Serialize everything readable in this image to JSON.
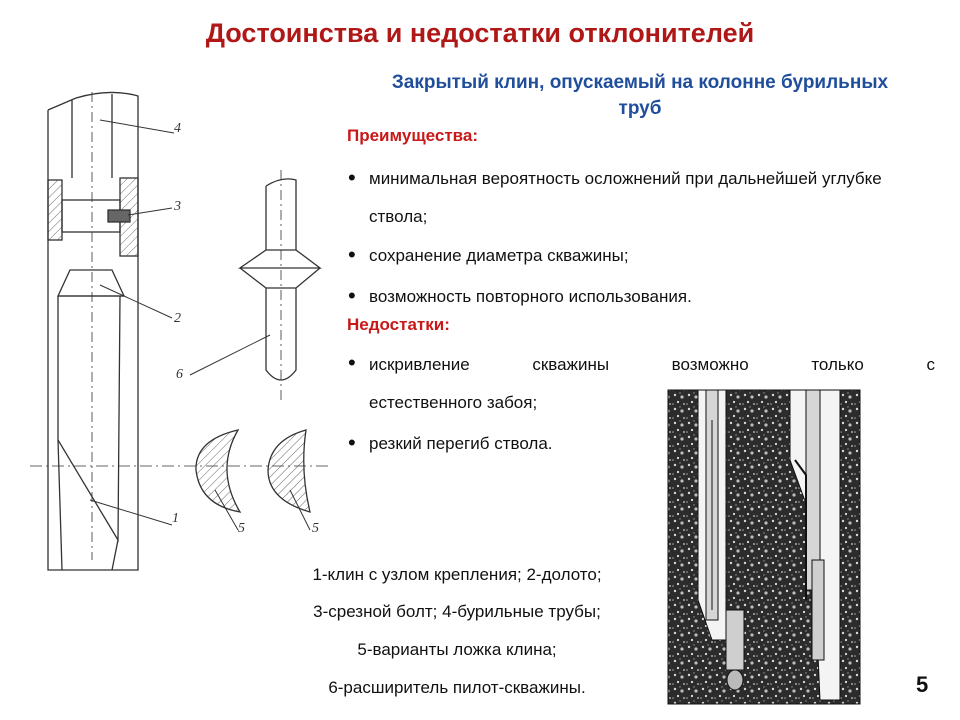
{
  "title": "Достоинства и недостатки отклонителей",
  "subtitle": "Закрытый клин, опускаемый на колонне бурильных труб",
  "advantages": {
    "heading": "Преимущества:",
    "items": [
      "минимальная вероятность осложнений при дальнейшей углубке ствола;",
      "сохранение диаметра скважины;",
      "возможность повторного использования."
    ]
  },
  "disadvantages": {
    "heading": "Недостатки:",
    "item1_words": [
      "искривление",
      "скважины",
      "возможно",
      "только",
      "с"
    ],
    "item1_line2": "естественного забоя;",
    "item2": "резкий перегиб ствола."
  },
  "legend": [
    "1-клин с узлом крепления; 2-долото;",
    "3-срезной болт; 4-бурильные трубы;",
    "5-варианты ложка клина;",
    "6-расширитель пилот-скважины."
  ],
  "drawing_labels": [
    "4",
    "3",
    "2",
    "6",
    "1",
    "5",
    "5"
  ],
  "page_number": "5",
  "colors": {
    "title": "#b01818",
    "subtitle": "#1f4e9a",
    "section": "#c81818"
  }
}
